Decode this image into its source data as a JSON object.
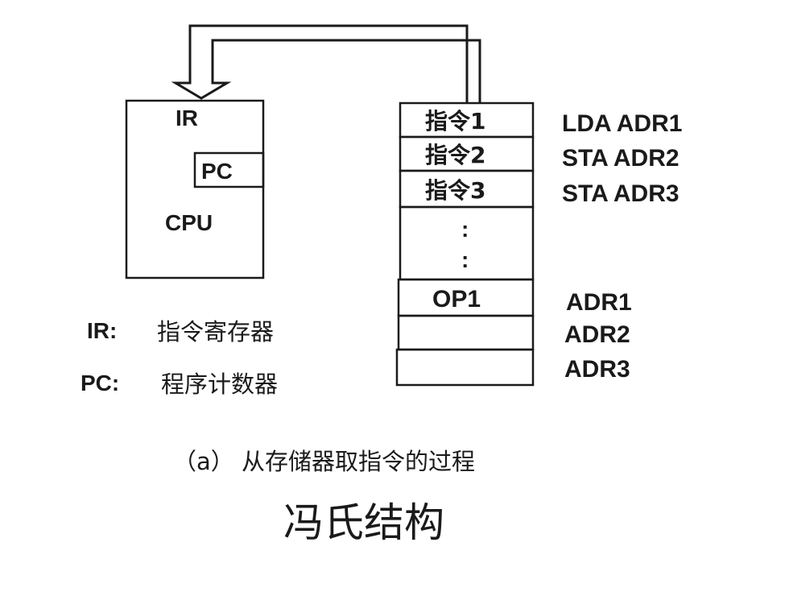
{
  "cpu": {
    "ir_label": "IR",
    "pc_label": "PC",
    "cpu_label": "CPU"
  },
  "memory": {
    "cells": [
      {
        "text": "指令1",
        "instruction": "LDA ADR1"
      },
      {
        "text": "指令2",
        "instruction": "STA ADR2"
      },
      {
        "text": "指令3",
        "instruction": "STA ADR3"
      },
      {
        "text": ":",
        "instruction": ""
      },
      {
        "text": ":",
        "instruction": ""
      },
      {
        "text": "OP1",
        "instruction": "ADR1"
      },
      {
        "text": "",
        "instruction": "ADR2"
      },
      {
        "text": "",
        "instruction": "ADR3"
      }
    ]
  },
  "legend": [
    {
      "key": "IR:",
      "desc": "指令寄存器"
    },
    {
      "key": "PC:",
      "desc": "程序计数器"
    }
  ],
  "caption": "（a） 从存储器取指令的过程",
  "title": "冯氏结构"
}
